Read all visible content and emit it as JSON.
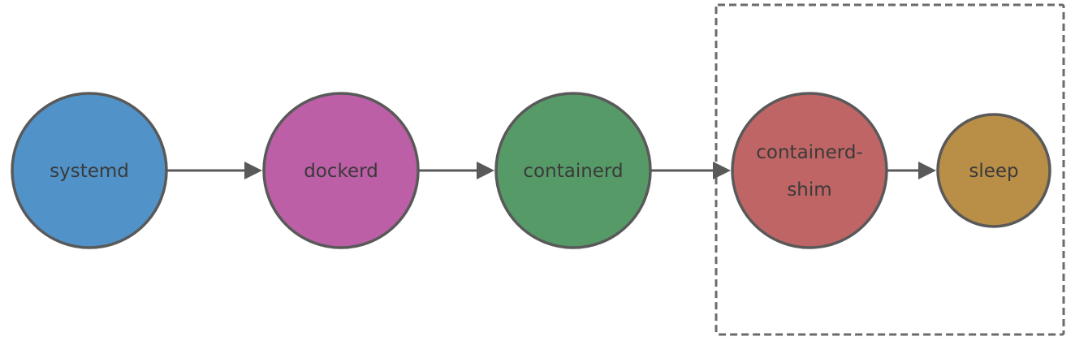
{
  "nodes": [
    {
      "id": "systemd",
      "label": "systemd",
      "color": "#5193c9"
    },
    {
      "id": "dockerd",
      "label": "dockerd",
      "color": "#bc5fa6"
    },
    {
      "id": "containerd",
      "label": "containerd",
      "color": "#569b67"
    },
    {
      "id": "containerd-shim",
      "label": "containerd-shim",
      "label_lines": [
        "containerd-",
        "shim"
      ],
      "color": "#c06566"
    },
    {
      "id": "sleep",
      "label": "sleep",
      "color": "#b98e47"
    }
  ],
  "edges": [
    {
      "from": "systemd",
      "to": "dockerd"
    },
    {
      "from": "dockerd",
      "to": "containerd"
    },
    {
      "from": "containerd",
      "to": "containerd-shim"
    },
    {
      "from": "containerd-shim",
      "to": "sleep"
    }
  ],
  "group": {
    "members": [
      "containerd-shim",
      "sleep"
    ],
    "style": "dashed"
  },
  "colors": {
    "stroke": "#595959",
    "text": "#3a3a3a",
    "group_border": "#6b6b6b"
  }
}
